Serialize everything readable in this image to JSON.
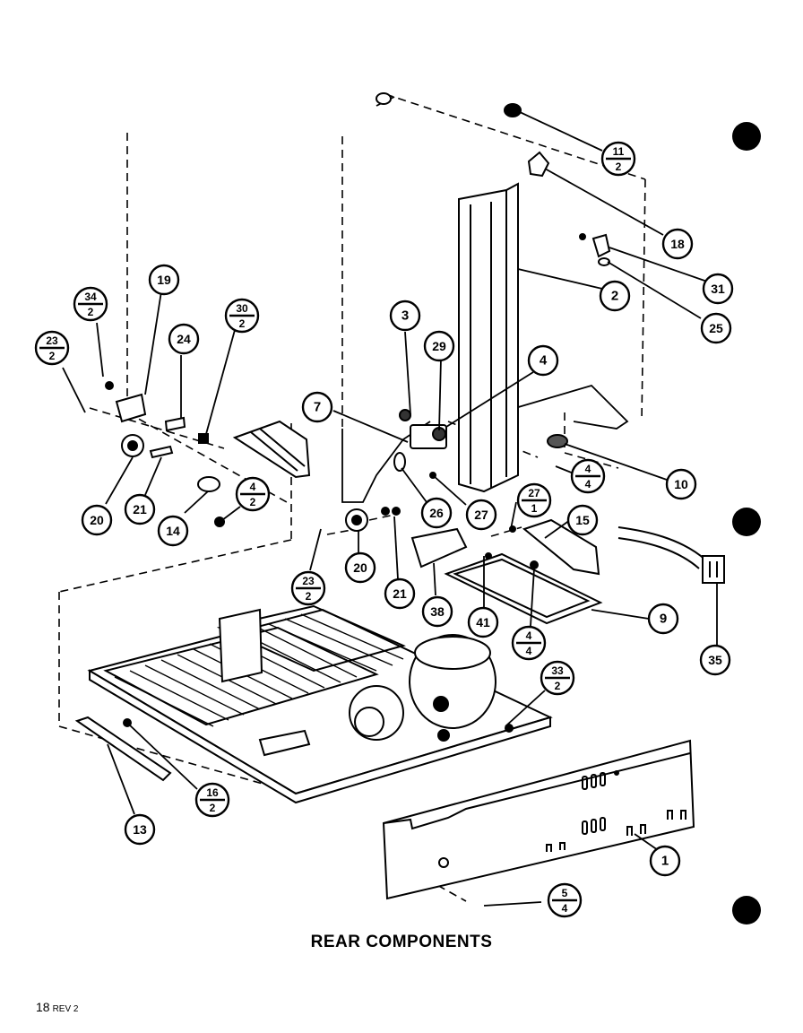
{
  "caption": "REAR COMPONENTS",
  "page_ref": {
    "number": "18",
    "revision": "REV 2"
  },
  "callouts": [
    {
      "id": "c1",
      "label": "1"
    },
    {
      "id": "c2",
      "label": "2"
    },
    {
      "id": "c3",
      "label": "3"
    },
    {
      "id": "c4a",
      "label": "4"
    },
    {
      "id": "c7",
      "label": "7"
    },
    {
      "id": "c9",
      "label": "9"
    },
    {
      "id": "c10",
      "label": "10"
    },
    {
      "id": "c13",
      "label": "13"
    },
    {
      "id": "c14",
      "label": "14"
    },
    {
      "id": "c15",
      "label": "15"
    },
    {
      "id": "c18",
      "label": "18"
    },
    {
      "id": "c19",
      "label": "19"
    },
    {
      "id": "c20a",
      "label": "20"
    },
    {
      "id": "c20b",
      "label": "20"
    },
    {
      "id": "c21a",
      "label": "21"
    },
    {
      "id": "c21b",
      "label": "21"
    },
    {
      "id": "c24",
      "label": "24"
    },
    {
      "id": "c25",
      "label": "25"
    },
    {
      "id": "c26",
      "label": "26"
    },
    {
      "id": "c27",
      "label": "27"
    },
    {
      "id": "c29",
      "label": "29"
    },
    {
      "id": "c31",
      "label": "31"
    },
    {
      "id": "c35",
      "label": "35"
    },
    {
      "id": "c38",
      "label": "38"
    },
    {
      "id": "c41",
      "label": "41"
    }
  ],
  "fraction_callouts": [
    {
      "id": "f11_2",
      "num": "11",
      "den": "2"
    },
    {
      "id": "f34_2",
      "num": "34",
      "den": "2"
    },
    {
      "id": "f23_2a",
      "num": "23",
      "den": "2"
    },
    {
      "id": "f30_2",
      "num": "30",
      "den": "2"
    },
    {
      "id": "f4_2",
      "num": "4",
      "den": "2"
    },
    {
      "id": "f4_4a",
      "num": "4",
      "den": "4"
    },
    {
      "id": "f27_1",
      "num": "27",
      "den": "1"
    },
    {
      "id": "f23_2b",
      "num": "23",
      "den": "2"
    },
    {
      "id": "f4_4b",
      "num": "4",
      "den": "4"
    },
    {
      "id": "f33_2",
      "num": "33",
      "den": "2"
    },
    {
      "id": "f16_2",
      "num": "16",
      "den": "2"
    },
    {
      "id": "f5_4",
      "num": "5",
      "den": "4"
    }
  ]
}
